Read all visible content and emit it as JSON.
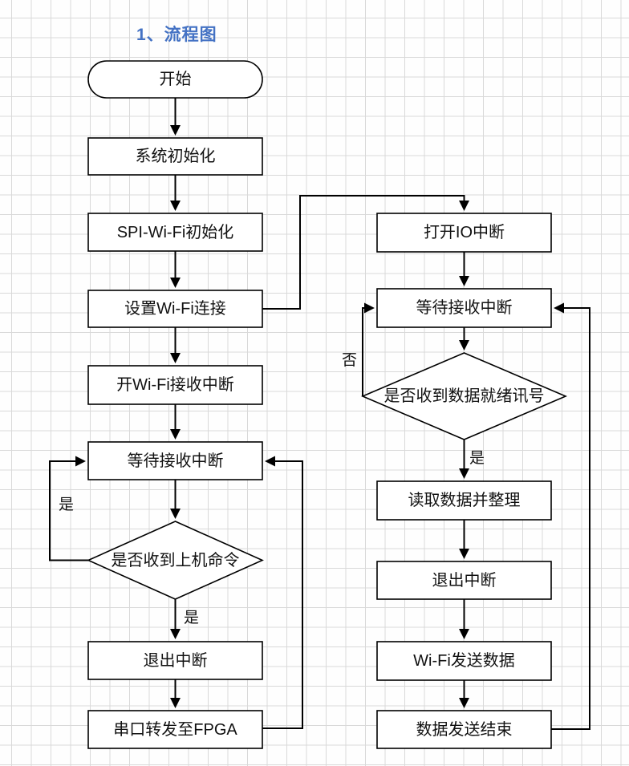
{
  "title": {
    "text": "1、流程图",
    "color": "#4472C4"
  },
  "colors": {
    "shape_stroke": "#000000",
    "shape_fill": "#ffffff",
    "grid": "#d9d9d9",
    "text": "#111111"
  },
  "nodes": {
    "start": {
      "label": "开始",
      "type": "terminator"
    },
    "sys_init": {
      "label": "系统初始化",
      "type": "process"
    },
    "spi_init": {
      "label": "SPI-Wi-Fi初始化",
      "type": "process"
    },
    "set_wifi": {
      "label": "设置Wi-Fi连接",
      "type": "process"
    },
    "open_wifi_int": {
      "label": "开Wi-Fi接收中断",
      "type": "process"
    },
    "wait_int_left": {
      "label": "等待接收中断",
      "type": "process"
    },
    "dec_left": {
      "label": "是否收到上机命令",
      "type": "decision"
    },
    "exit_int_left": {
      "label": "退出中断",
      "type": "process"
    },
    "uart_fpga": {
      "label": "串口转发至FPGA",
      "type": "process"
    },
    "open_io_int": {
      "label": "打开IO中断",
      "type": "process"
    },
    "wait_int_right": {
      "label": "等待接收中断",
      "type": "process"
    },
    "dec_right": {
      "label": "是否收到数据就绪讯号",
      "type": "decision"
    },
    "read_data": {
      "label": "读取数据并整理",
      "type": "process"
    },
    "exit_int_right": {
      "label": "退出中断",
      "type": "process"
    },
    "wifi_send": {
      "label": "Wi-Fi发送数据",
      "type": "process"
    },
    "send_done": {
      "label": "数据发送结束",
      "type": "process"
    }
  },
  "edge_labels": {
    "left_loop_yes": "是",
    "left_down_yes": "是",
    "right_loop_no": "否",
    "right_down_yes": "是"
  },
  "edges": [
    {
      "from": "start",
      "to": "sys_init",
      "label": ""
    },
    {
      "from": "sys_init",
      "to": "spi_init",
      "label": ""
    },
    {
      "from": "spi_init",
      "to": "set_wifi",
      "label": ""
    },
    {
      "from": "set_wifi",
      "to": "open_wifi_int",
      "label": ""
    },
    {
      "from": "set_wifi",
      "to": "open_io_int",
      "label": ""
    },
    {
      "from": "open_wifi_int",
      "to": "wait_int_left",
      "label": ""
    },
    {
      "from": "wait_int_left",
      "to": "dec_left",
      "label": ""
    },
    {
      "from": "dec_left",
      "to": "wait_int_left",
      "label": "是"
    },
    {
      "from": "dec_left",
      "to": "exit_int_left",
      "label": "是"
    },
    {
      "from": "exit_int_left",
      "to": "uart_fpga",
      "label": ""
    },
    {
      "from": "uart_fpga",
      "to": "wait_int_left",
      "label": ""
    },
    {
      "from": "open_io_int",
      "to": "wait_int_right",
      "label": ""
    },
    {
      "from": "wait_int_right",
      "to": "dec_right",
      "label": ""
    },
    {
      "from": "dec_right",
      "to": "wait_int_right",
      "label": "否"
    },
    {
      "from": "dec_right",
      "to": "read_data",
      "label": "是"
    },
    {
      "from": "read_data",
      "to": "exit_int_right",
      "label": ""
    },
    {
      "from": "exit_int_right",
      "to": "wifi_send",
      "label": ""
    },
    {
      "from": "wifi_send",
      "to": "send_done",
      "label": ""
    },
    {
      "from": "send_done",
      "to": "wait_int_right",
      "label": ""
    }
  ]
}
